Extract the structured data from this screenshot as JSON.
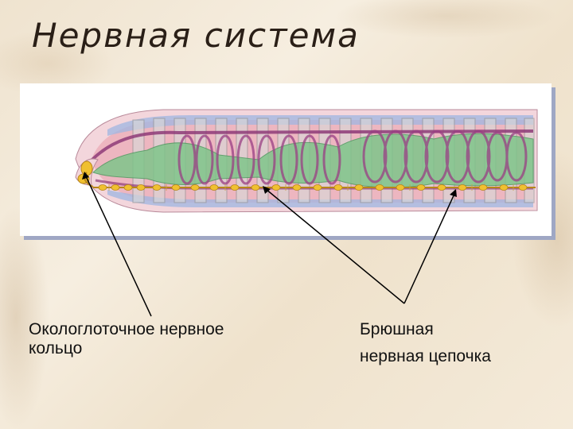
{
  "slide": {
    "title": "Нервная система"
  },
  "labels": {
    "ring_line1": "Окологлоточное нервное",
    "ring_line2": "кольцо",
    "chain_line1": "Брюшная",
    "chain_line2": "нервная цепочка"
  },
  "colors": {
    "title": "#2a1f17",
    "body_pink": "#e9a8b4",
    "gut_green": "#7fc58a",
    "vessel_purple": "#8e3b78",
    "nerve_yellow": "#f0c030",
    "vessel_blue": "#8aa6d8"
  }
}
